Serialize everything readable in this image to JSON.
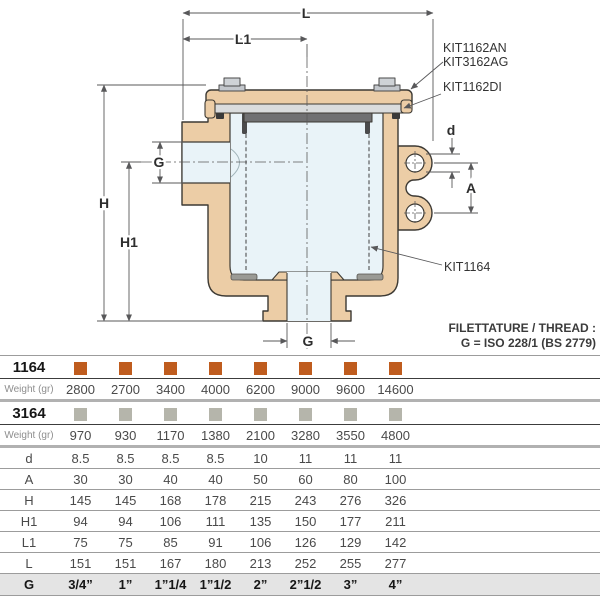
{
  "drawing": {
    "dim_labels": {
      "l": "L",
      "l1": "L1",
      "h": "H",
      "h1": "H1",
      "g_side": "G",
      "g_bottom": "G",
      "d": "d",
      "a": "A"
    },
    "callouts": {
      "cover_nut": "KIT1162AN",
      "cover_nut_alt": "KIT3162AG",
      "lid": "KIT1162DI",
      "basket": "KIT1164"
    },
    "thread_note_line1": "FILETTATURE / THREAD :",
    "thread_note_line2": "G = ISO 228/1 (BS 2779)",
    "colors": {
      "body_bronze": "#eccda6",
      "interior": "#e9f3f8",
      "lid_plate": "#dadcdd",
      "gasket": "#707072",
      "outline": "#3c3933",
      "dimension_lines": "#58585a"
    }
  },
  "table": {
    "series": [
      {
        "id": "1164",
        "swatch_color": "#bf5c1e",
        "weight_label": "Weight (gr)",
        "weights": [
          "2800",
          "2700",
          "3400",
          "4000",
          "6200",
          "9000",
          "9600",
          "14600"
        ]
      },
      {
        "id": "3164",
        "swatch_color": "#b5b5ab",
        "weight_label": "Weight (gr)",
        "weights": [
          "970",
          "930",
          "1170",
          "1380",
          "2100",
          "3280",
          "3550",
          "4800"
        ]
      }
    ],
    "dims": [
      {
        "label": "d",
        "values": [
          "8.5",
          "8.5",
          "8.5",
          "8.5",
          "10",
          "11",
          "11",
          "11"
        ]
      },
      {
        "label": "A",
        "values": [
          "30",
          "30",
          "40",
          "40",
          "50",
          "60",
          "80",
          "100"
        ]
      },
      {
        "label": "H",
        "values": [
          "145",
          "145",
          "168",
          "178",
          "215",
          "243",
          "276",
          "326"
        ]
      },
      {
        "label": "H1",
        "values": [
          "94",
          "94",
          "106",
          "111",
          "135",
          "150",
          "177",
          "211"
        ]
      },
      {
        "label": "L1",
        "values": [
          "75",
          "75",
          "85",
          "91",
          "106",
          "126",
          "129",
          "142"
        ]
      },
      {
        "label": "L",
        "values": [
          "151",
          "151",
          "167",
          "180",
          "213",
          "252",
          "255",
          "277"
        ]
      }
    ],
    "g_row": {
      "label": "G",
      "values": [
        "3/4”",
        "1”",
        "1”1/4",
        "1”1/2",
        "2”",
        "2”1/2",
        "3”",
        "4”"
      ]
    }
  }
}
